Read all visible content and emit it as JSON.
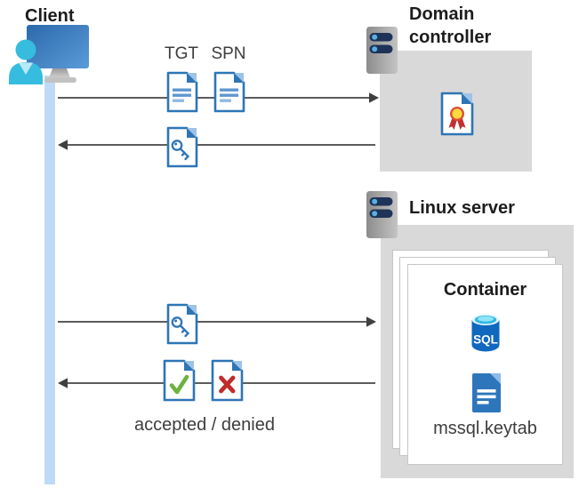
{
  "diagram": {
    "client": {
      "label": "Client",
      "icon": "client-user-monitor-icon",
      "lifeline_icon": "client-lifeline"
    },
    "messages": {
      "tgt_label": "TGT",
      "spn_label": "SPN",
      "request_icons": [
        "ticket-document-icon",
        "ticket-document-icon"
      ],
      "key_icon": "key-document-icon",
      "accepted_icon": "check-document-icon",
      "denied_icon": "cross-document-icon",
      "result_label": "accepted / denied"
    },
    "domain_controller": {
      "title": "Domain controller",
      "server_icon": "server-icon",
      "content_icon": "certificate-document-icon"
    },
    "linux_server": {
      "title": "Linux server",
      "server_icon": "server-icon",
      "container": {
        "title": "Container",
        "sql_icon_label": "SQL",
        "sql_icon": "sql-database-icon",
        "keytab_icon": "keytab-document-icon",
        "keytab_label": "mssql.keytab"
      }
    }
  },
  "colors": {
    "doc_blue": "#2E75B6",
    "doc_fold_light": "#9DC3E6",
    "lifeline_blue": "#BFDAF6",
    "box_gray": "#D9D9D9",
    "arrow_gray": "#444444",
    "check_green": "#6CB23E",
    "cross_red": "#C02B2B",
    "sql_blue": "#1068BF",
    "person_teal": "#35BCDF",
    "server_bar_navy": "#1E3357"
  }
}
